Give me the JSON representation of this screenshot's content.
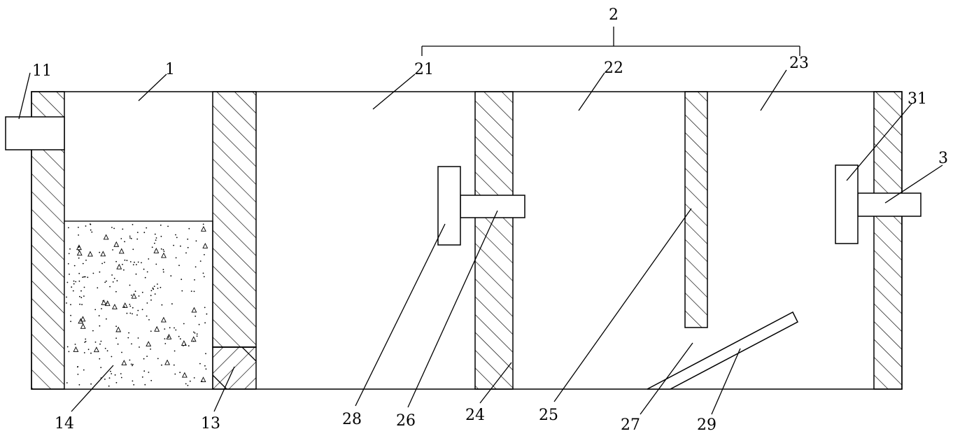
{
  "labels": {
    "l2": "2",
    "l11": "11",
    "l1": "1",
    "l21": "21",
    "l22": "22",
    "l23": "23",
    "l31": "31",
    "l3": "3",
    "l14": "14",
    "l13": "13",
    "l28": "28",
    "l26": "26",
    "l24": "24",
    "l25": "25",
    "l27": "27",
    "l29": "29"
  }
}
